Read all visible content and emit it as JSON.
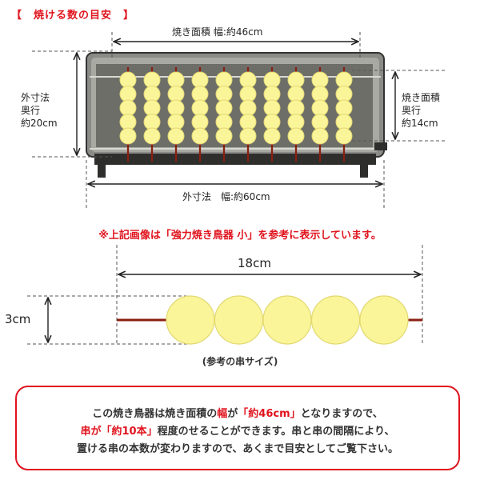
{
  "title": "【　焼ける数の目安　】",
  "grill": {
    "top_dimension": "焼き面積 幅:約46cm",
    "bottom_dimension": "外寸法　幅:約60cm",
    "left_dimension": [
      "外寸法",
      "奥行",
      "約20cm"
    ],
    "right_dimension": [
      "焼き面積",
      "奥行",
      "約14cm"
    ],
    "skewer_count": 10,
    "balls_per_skewer": 5
  },
  "note": "※上記画像は「強力焼き鳥器 小」を参考に表示しています。",
  "skewer": {
    "length_label": "18cm",
    "diameter_label": "3cm",
    "caption": "(参考の串サイズ)",
    "ball_count": 5
  },
  "info": {
    "line1": {
      "a": "この焼き鳥器は焼き面積の",
      "b": "幅",
      "c": "が",
      "d": "「約46cm」",
      "e": "となりますので、"
    },
    "line2": {
      "a": "串が",
      "b": "「約10本」",
      "c": "程度のせることができます。串と串の間隔により、"
    },
    "line3": "置ける串の本数が変わりますので、あくまで目安としてご覧下さい。"
  },
  "colors": {
    "accent": "#e0141e",
    "ball_fill": "#fbf59a",
    "ball_stroke": "#e2d870",
    "skewer": "#8b1f10",
    "grill_body": "#8a8a86"
  }
}
